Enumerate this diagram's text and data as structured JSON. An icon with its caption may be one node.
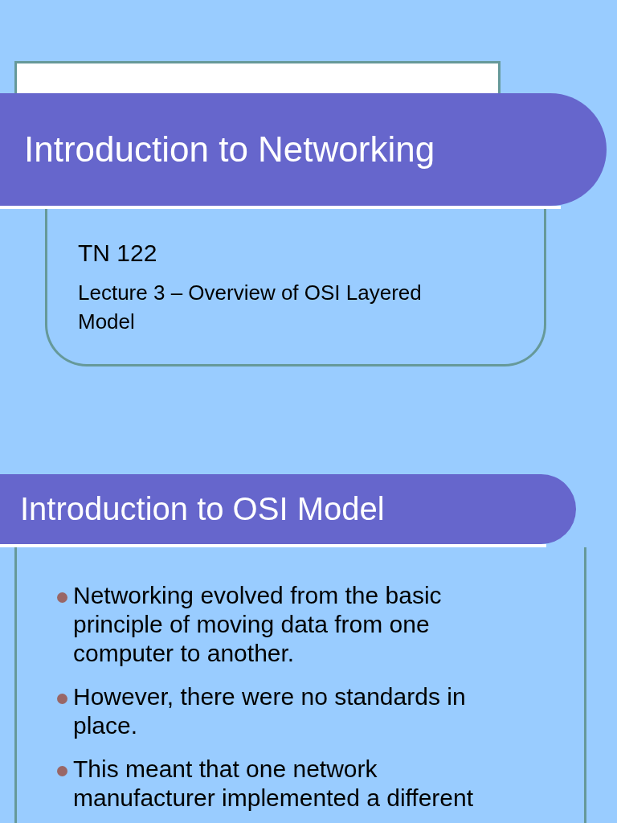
{
  "diagram": {
    "nodes": [
      {
        "text": [
          "Introduction to Networking"
        ]
      },
      {
        "text": [
          "TN 122",
          "Lecture 3 – Overview of OSI Layered Model"
        ]
      },
      {
        "text": [
          "Introduction to OSI Model"
        ]
      },
      {
        "text": [
          "Networking evolved from the basic principle of moving data from one computer to another.",
          "However, there were no standards in place.",
          "This meant that one network manufacturer implemented a different"
        ]
      }
    ]
  }
}
